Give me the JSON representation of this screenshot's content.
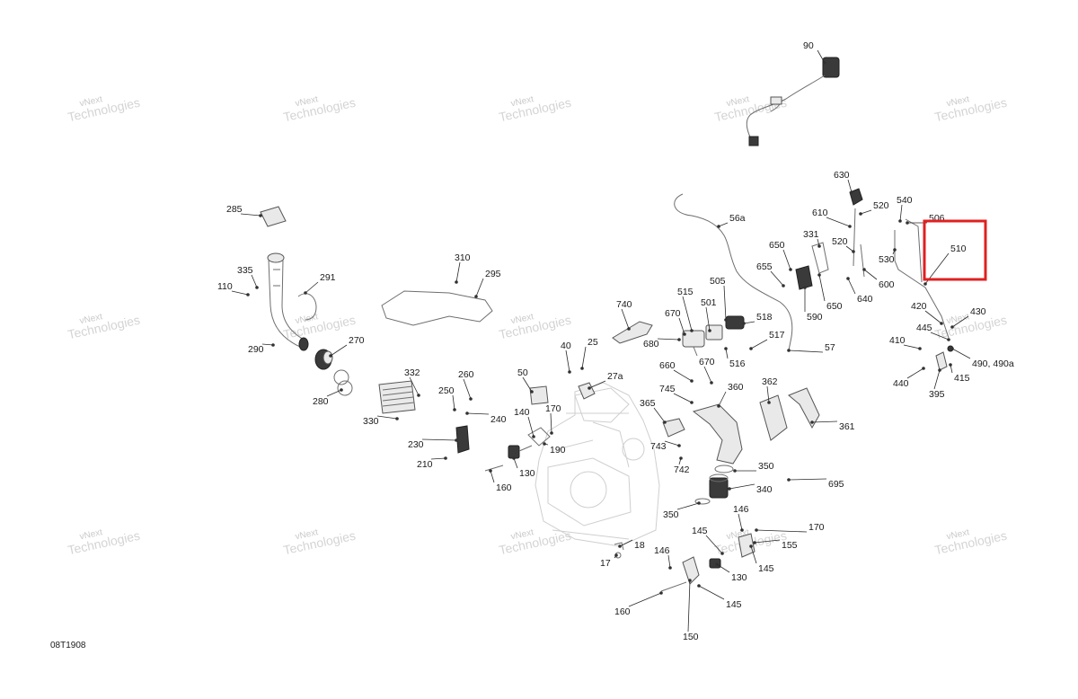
{
  "diagram_code": "08T1908",
  "watermark": {
    "line1": "vNext",
    "line2": "Technologies"
  },
  "highlight": {
    "label": "510",
    "color": "#e02020"
  },
  "callouts": [
    "90",
    "630",
    "520",
    "540",
    "56a",
    "610",
    "506",
    "331",
    "520",
    "510",
    "650",
    "655",
    "530",
    "600",
    "640",
    "590",
    "650",
    "285",
    "310",
    "295",
    "335",
    "291",
    "110",
    "740",
    "505",
    "515",
    "501",
    "670",
    "518",
    "420",
    "430",
    "290",
    "270",
    "680",
    "517",
    "57",
    "445",
    "410",
    "490, 490a",
    "516",
    "440",
    "395",
    "415",
    "40",
    "25",
    "660",
    "670",
    "27a",
    "332",
    "260",
    "50",
    "745",
    "360",
    "362",
    "280",
    "250",
    "170",
    "365",
    "361",
    "240",
    "140",
    "330",
    "230",
    "190",
    "743",
    "350",
    "210",
    "130",
    "742",
    "160",
    "340",
    "695",
    "146",
    "350",
    "170",
    "145",
    "155",
    "18",
    "146",
    "17",
    "130",
    "145",
    "160",
    "145",
    "150"
  ]
}
